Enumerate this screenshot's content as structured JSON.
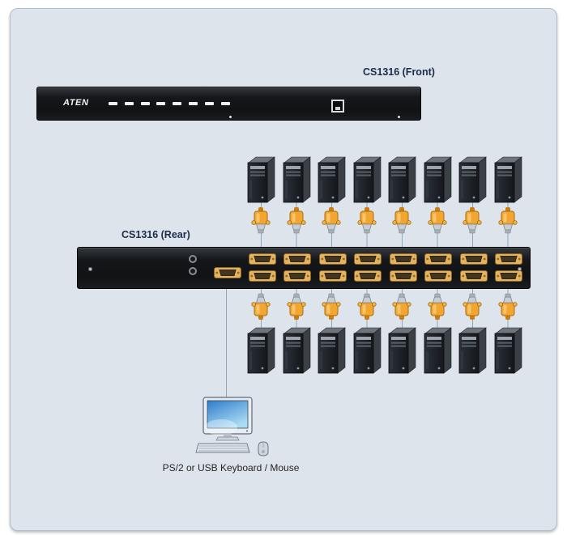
{
  "labels": {
    "front_title": "CS1316 (Front)",
    "rear_title": "CS1316 (Rear)",
    "console_caption": "PS/2 or USB Keyboard / Mouse"
  },
  "front_device": {
    "brand": "ATEN",
    "port_buttons": 8
  },
  "rear_device": {
    "kvm_ports_per_row": 8,
    "kvm_port_rows": 2,
    "console_vga_ports": 1
  },
  "computers": {
    "top_row": 8,
    "bottom_row": 8
  },
  "cables": {
    "top_vga_connectors": 8,
    "bottom_vga_connectors": 8
  },
  "colors": {
    "diagram_bg": "#dde4eb",
    "device_chassis": "#17191d",
    "vga_connector": "#f3a62f",
    "vga_port": "#e5b35d",
    "cable_wire": "#8fa6b8",
    "title_text": "#1c2b49"
  }
}
